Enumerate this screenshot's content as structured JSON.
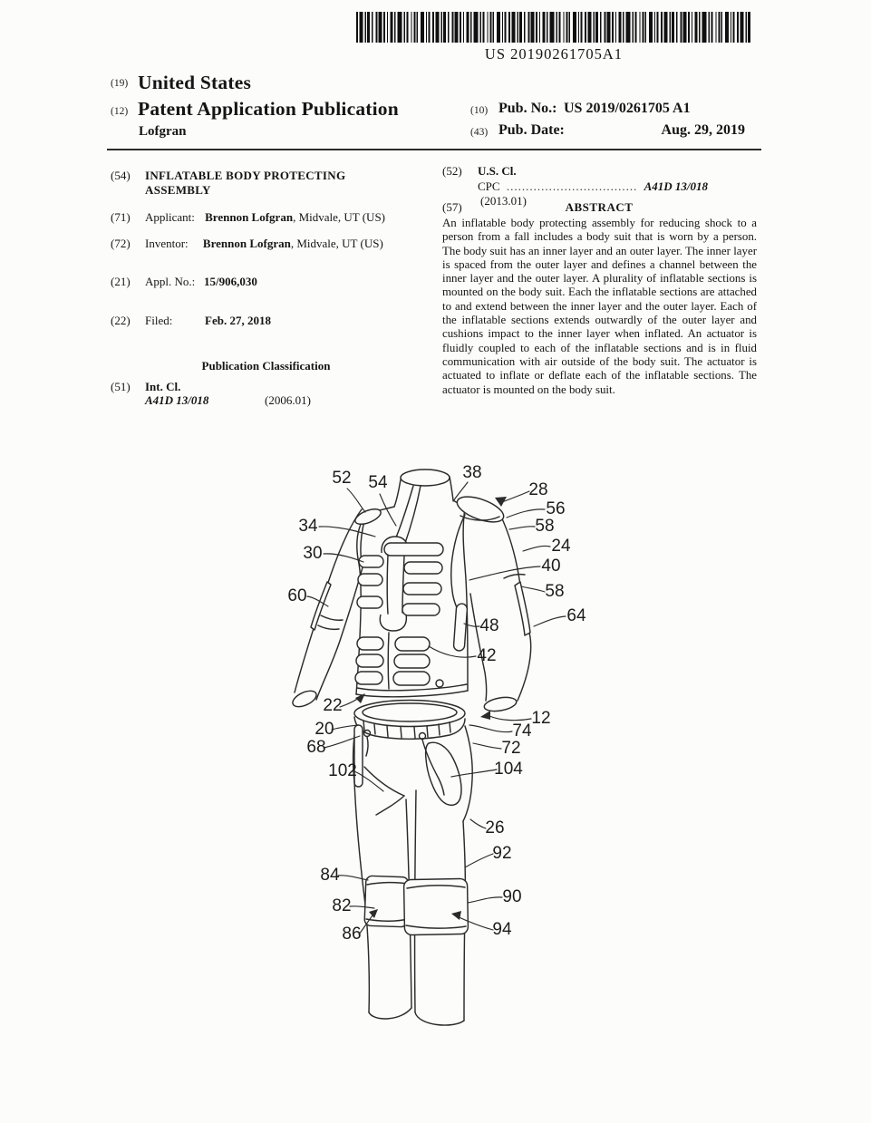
{
  "barcode": {
    "number": "US 20190261705A1"
  },
  "header": {
    "country_num": "(19)",
    "country": "United States",
    "kind_num": "(12)",
    "kind": "Patent Application Publication",
    "author": "Lofgran",
    "pub_no_num": "(10)",
    "pub_no_label": "Pub. No.:",
    "pub_no_value": "US 2019/0261705 A1",
    "pub_date_num": "(43)",
    "pub_date_label": "Pub. Date:",
    "pub_date_value": "Aug. 29, 2019"
  },
  "left_column": {
    "title_num": "(54)",
    "title": "INFLATABLE BODY PROTECTING ASSEMBLY",
    "applicant_num": "(71)",
    "applicant_label": "Applicant:",
    "applicant_name": "Brennon Lofgran",
    "applicant_rest": ", Midvale, UT (US)",
    "inventor_num": "(72)",
    "inventor_label": "Inventor:",
    "inventor_name": "Brennon Lofgran",
    "inventor_rest": ", Midvale, UT (US)",
    "appl_no_num": "(21)",
    "appl_no_label": "Appl. No.:",
    "appl_no_value": "15/906,030",
    "filed_num": "(22)",
    "filed_label": "Filed:",
    "filed_value": "Feb. 27, 2018",
    "classification_heading": "Publication Classification",
    "int_cl_num": "(51)",
    "int_cl_label": "Int. Cl.",
    "int_cl_code": "A41D 13/018",
    "int_cl_year": "(2006.01)"
  },
  "right_column": {
    "us_cl_num": "(52)",
    "us_cl_label": "U.S. Cl.",
    "cpc_label": "CPC",
    "cpc_dots": "..................................",
    "cpc_code": "A41D 13/018",
    "cpc_year": "(2013.01)",
    "abstract_num": "(57)",
    "abstract_heading": "ABSTRACT",
    "abstract_text": "An inflatable body protecting assembly for reducing shock to a person from a fall includes a body suit that is worn by a person. The body suit has an inner layer and an outer layer. The inner layer is spaced from the outer layer and defines a channel between the inner layer and the outer layer. A plurality of inflatable sections is mounted on the body suit. Each the inflatable sections are attached to and extend between the inner layer and the outer layer. Each of the inflatable sections extends outwardly of the outer layer and cushions impact to the inner layer when inflated. An actuator is fluidly coupled to each of the inflatable sections and is in fluid communication with air outside of the body suit. The actuator is actuated to inflate or deflate each of the inflatable sections. The actuator is mounted on the body suit."
  },
  "figure": {
    "labels": [
      "52",
      "54",
      "38",
      "28",
      "56",
      "58",
      "34",
      "30",
      "24",
      "40",
      "60",
      "58",
      "64",
      "48",
      "42",
      "22",
      "12",
      "20",
      "74",
      "68",
      "72",
      "102",
      "104",
      "26",
      "92",
      "84",
      "90",
      "82",
      "86",
      "94"
    ]
  }
}
